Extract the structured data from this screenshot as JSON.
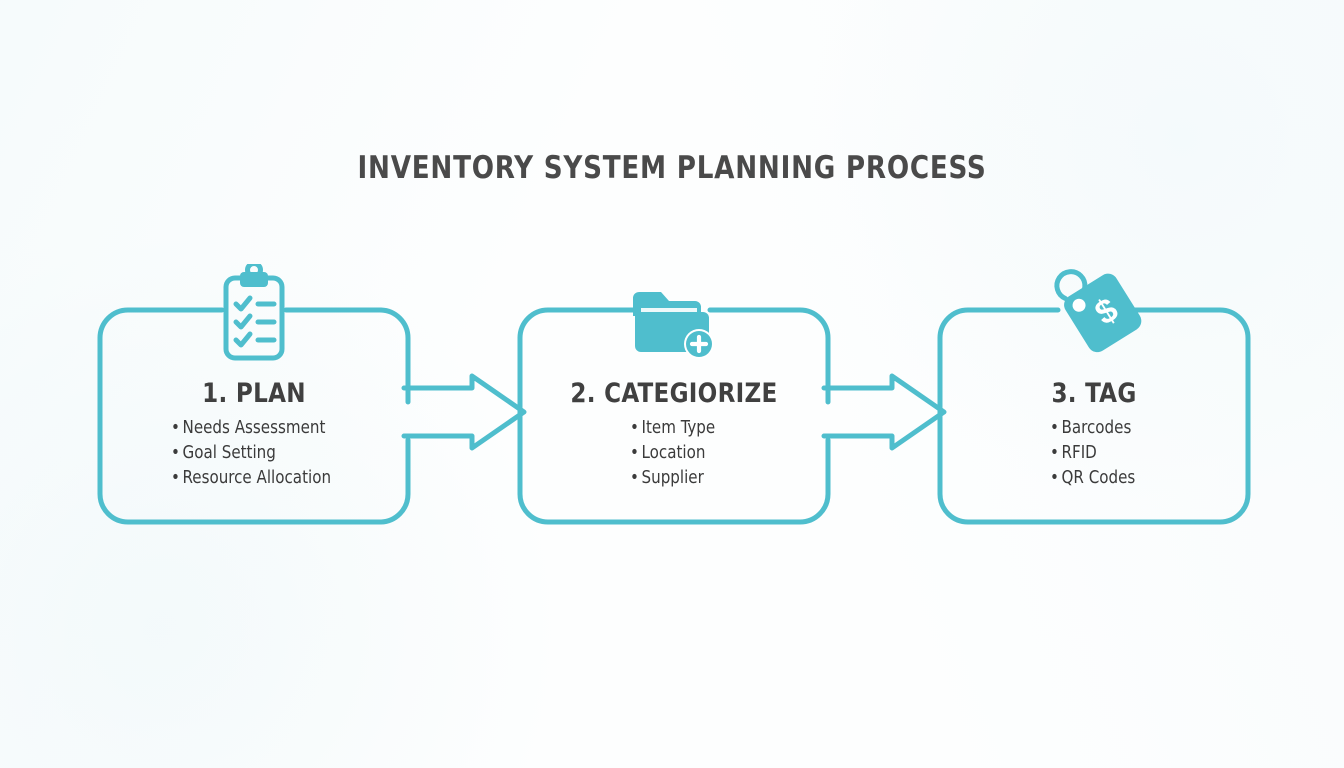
{
  "page": {
    "title": "INVENTORY SYSTEM PLANNING PROCESS",
    "background_color": "#fdfefe",
    "accent_color": "#4fbecd",
    "text_color": "#404040"
  },
  "steps": [
    {
      "icon": "clipboard-checklist-icon",
      "heading": "1. PLAN",
      "bullets": [
        "Needs Assessment",
        "Goal Setting",
        "Resource Allocation"
      ]
    },
    {
      "icon": "folder-add-icon",
      "heading": "2. CATEGIORIZE",
      "bullets": [
        "Item Type",
        "Location",
        "Supplier"
      ]
    },
    {
      "icon": "price-tag-dollar-icon",
      "heading": "3. TAG",
      "bullets": [
        "Barcodes",
        "RFID",
        "QR Codes"
      ]
    }
  ],
  "connectors": [
    {
      "name": "arrow-plan-to-categorize",
      "direction": "right"
    },
    {
      "name": "arrow-categorize-to-tag",
      "direction": "right"
    }
  ]
}
